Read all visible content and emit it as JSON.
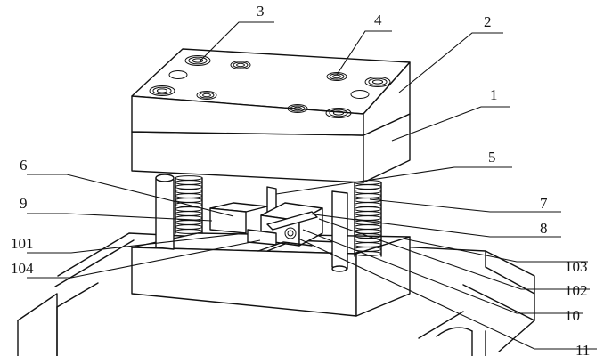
{
  "labels": {
    "l1": "1",
    "l2": "2",
    "l3": "3",
    "l4": "4",
    "l5": "5",
    "l6": "6",
    "l7": "7",
    "l8": "8",
    "l9": "9",
    "l10": "10",
    "l11": "11",
    "l101": "101",
    "l102": "102",
    "l103": "103",
    "l104": "104"
  },
  "colors": {
    "ink": "#111111",
    "paper": "#ffffff"
  }
}
